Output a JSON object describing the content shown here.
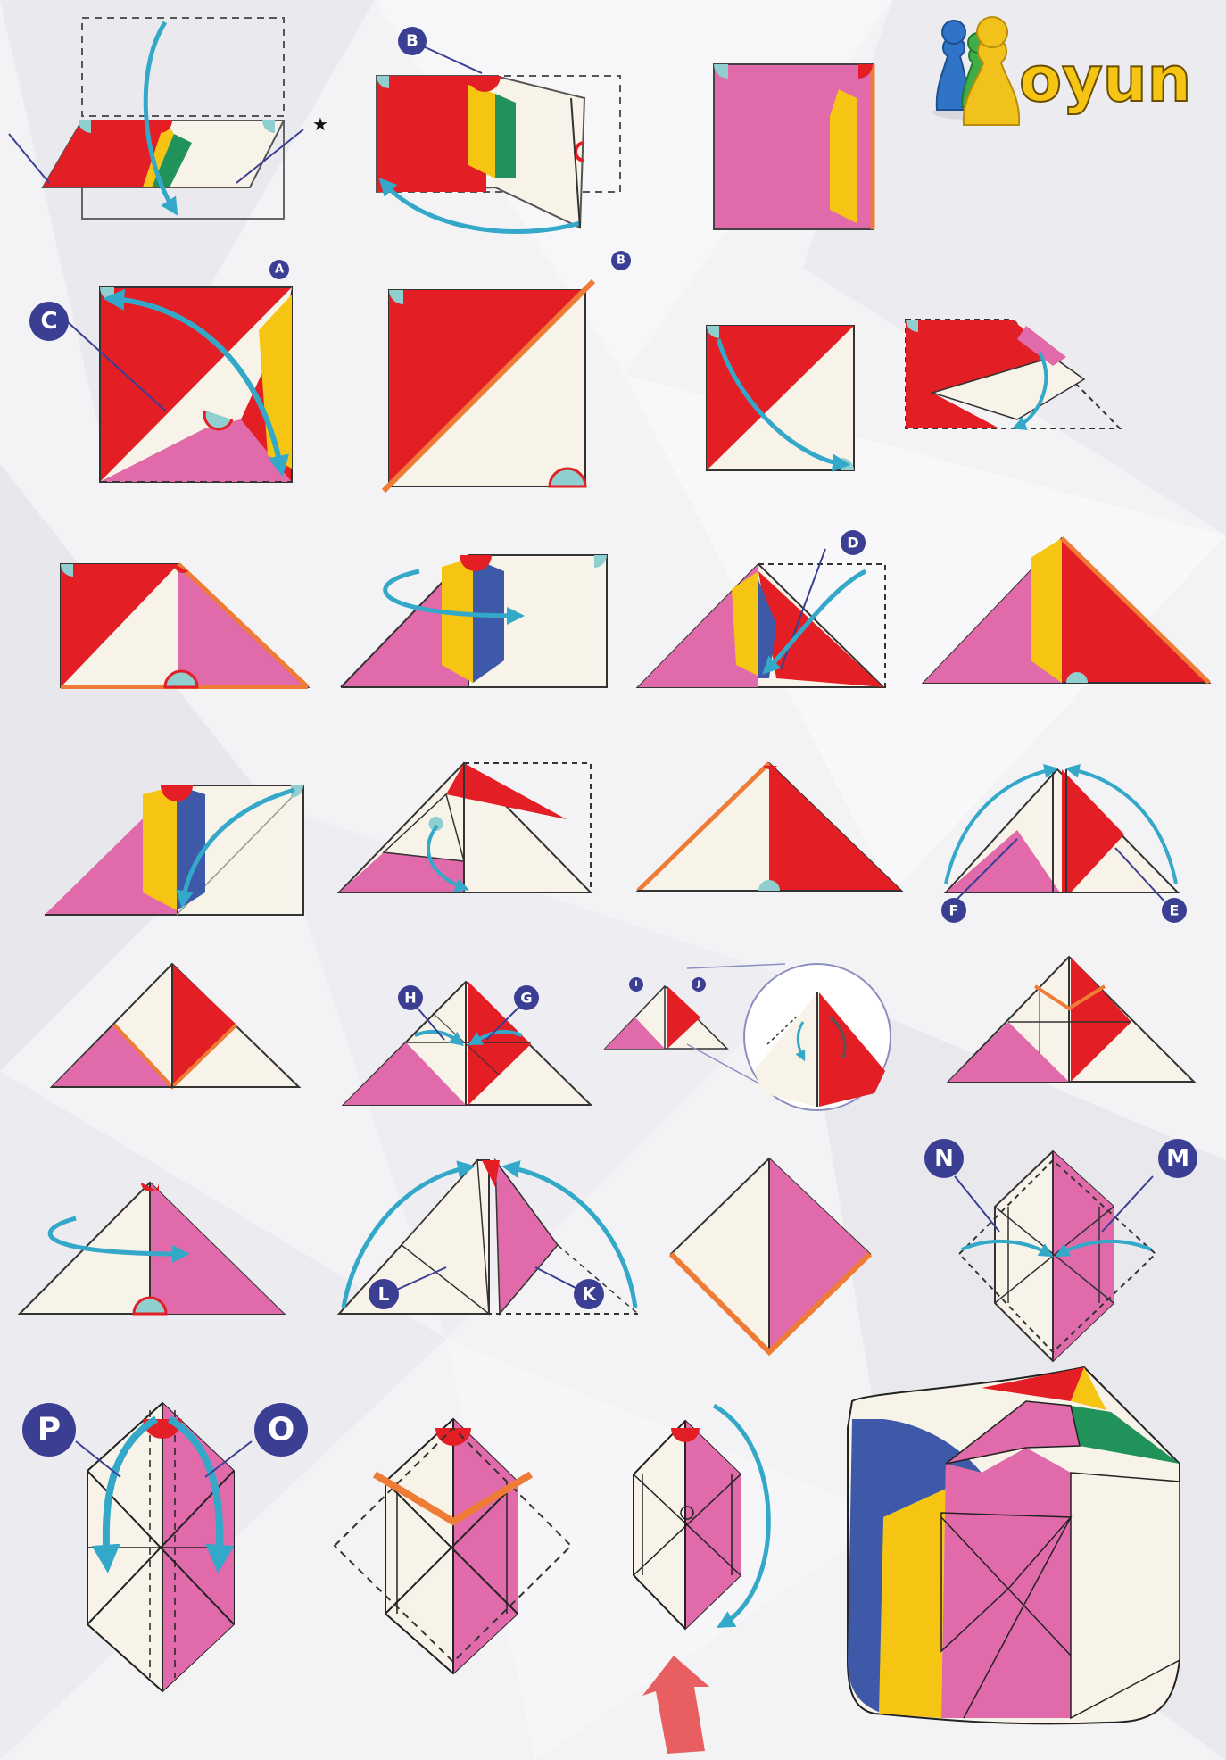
{
  "logo": {
    "text": "oyun"
  },
  "colors": {
    "red": "#e31e24",
    "pink": "#e06aaa",
    "cream": "#f7f3e8",
    "yellow": "#f6c514",
    "green": "#21935a",
    "blue": "#3d59a8",
    "orange": "#ef7c36",
    "arrow": "#34a8c9",
    "callout": "#3b3f94",
    "background": "#f3f3f5"
  },
  "labels": {
    "A": "A",
    "B": "B",
    "C": "C",
    "D": "D",
    "E": "E",
    "F": "F",
    "G": "G",
    "H": "H",
    "I": "I",
    "J": "J",
    "K": "K",
    "L": "L",
    "M": "M",
    "N": "N",
    "O": "O",
    "P": "P"
  },
  "marks": {
    "star": "★"
  }
}
